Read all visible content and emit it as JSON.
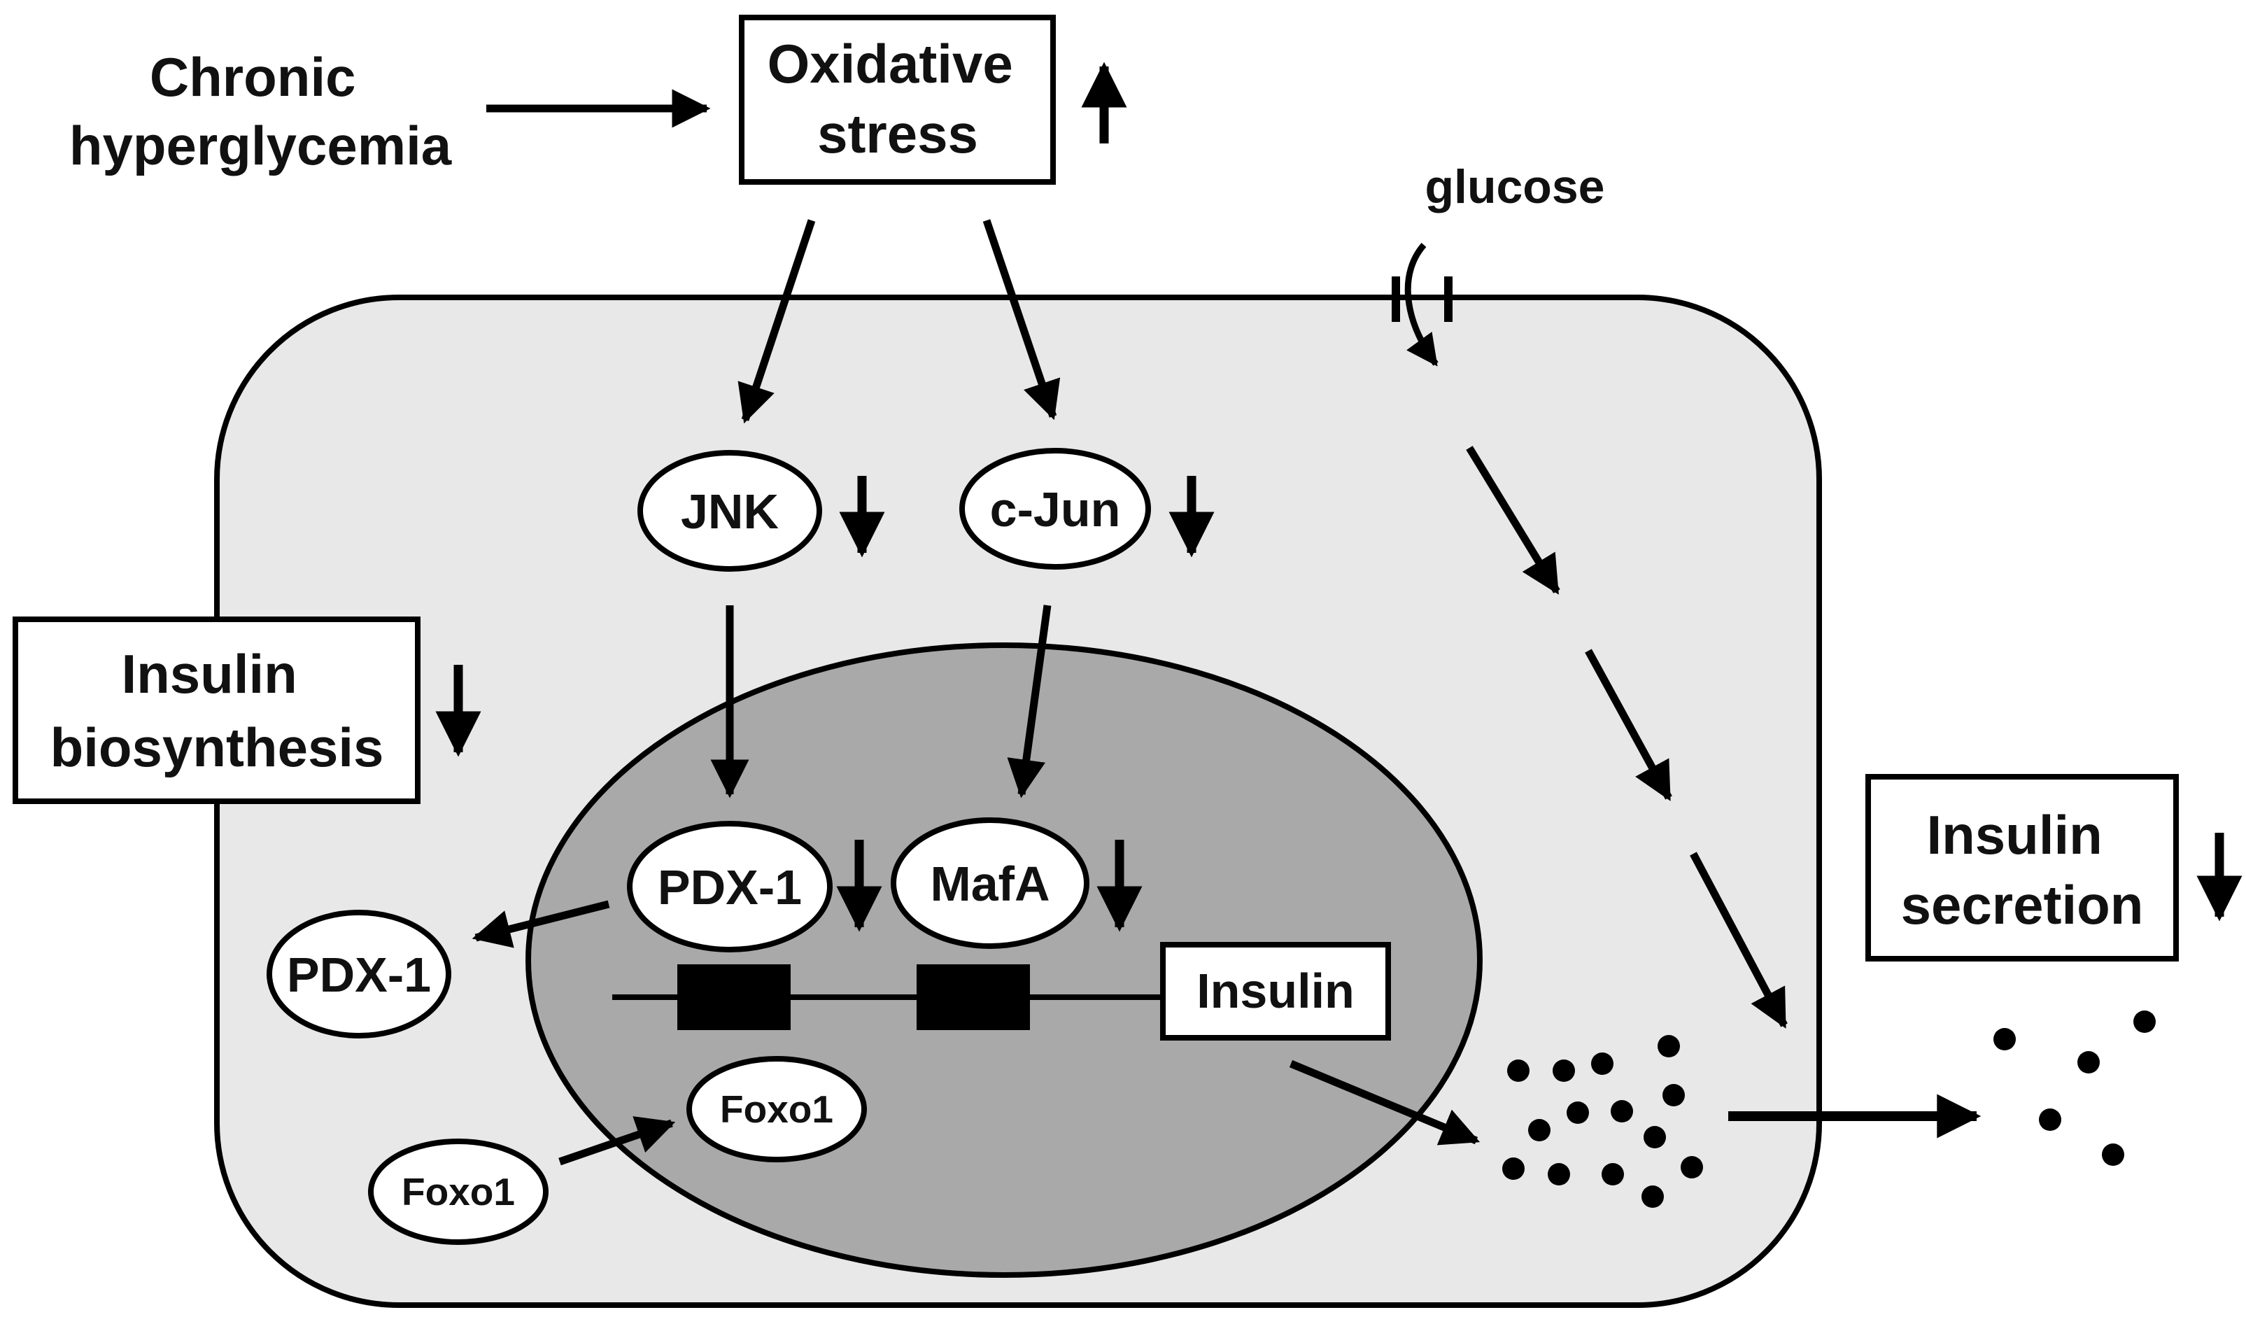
{
  "labels": {
    "chronic_hyperglycemia": [
      "Chronic",
      "hyperglycemia"
    ],
    "oxidative_stress": [
      "Oxidative",
      "stress"
    ],
    "glucose": "glucose",
    "insulin_biosynthesis": [
      "Insulin",
      "biosynthesis"
    ],
    "insulin_secretion": [
      "Insulin",
      "secretion"
    ],
    "insulin_gene": "Insulin",
    "jnk": "JNK",
    "cjun": "c-Jun",
    "pdx1_nuclear": "PDX-1",
    "pdx1_cytoplasmic": "PDX-1",
    "mafa": "MafA",
    "foxo1_nuclear": "Foxo1",
    "foxo1_cytoplasmic": "Foxo1"
  },
  "colors": {
    "cell_fill": "#e8e8e8",
    "nucleus_fill": "#a9a9a9",
    "stroke": "#000000",
    "box_fill": "#ffffff"
  }
}
